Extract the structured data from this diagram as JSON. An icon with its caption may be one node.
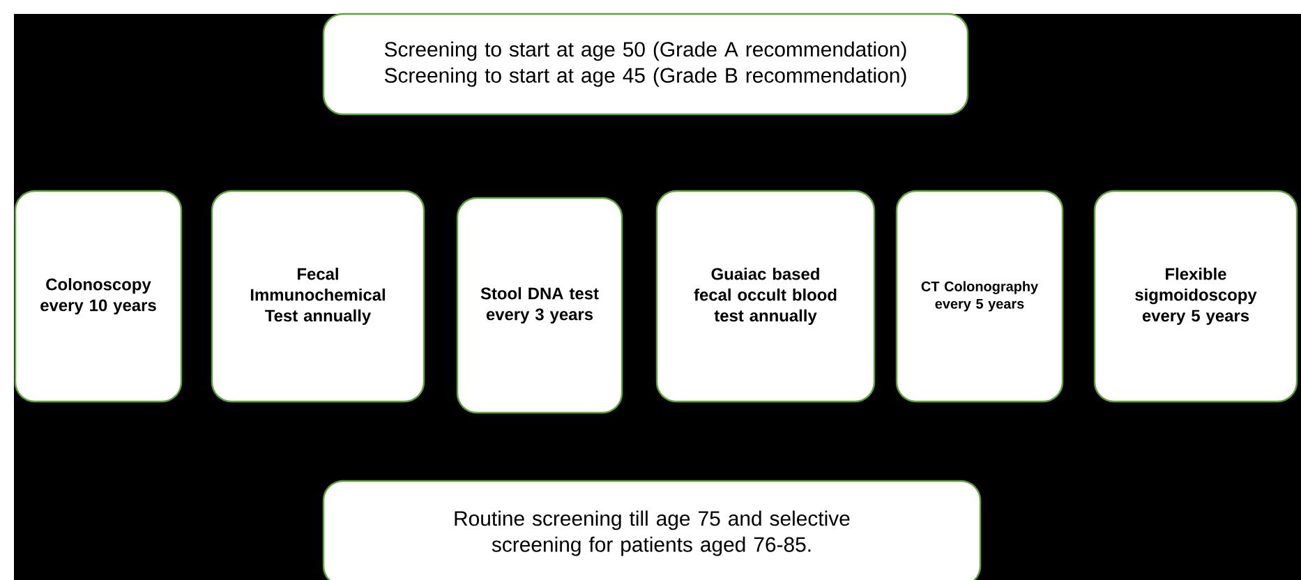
{
  "diagram": {
    "nodes": [
      {
        "text": [
          "Screening to start at age 50 (Grade A recommendation)",
          "Screening to start at age 45 (Grade B recommendation)"
        ]
      },
      {
        "text": [
          "Colonoscopy every 10 years"
        ]
      },
      {
        "text": [
          "Fecal Immunochemical Test annually"
        ]
      },
      {
        "text": [
          "Stool DNA test every 3 years"
        ]
      },
      {
        "text": [
          "Guaiac based fecal occult blood test annually"
        ]
      },
      {
        "text": [
          "CT Colonography every 5 years"
        ]
      },
      {
        "text": [
          "Flexible sigmoidoscopy every 5 years"
        ]
      },
      {
        "text": [
          "Routine screening till age 75 and selective screening for patients aged 76-85."
        ]
      }
    ]
  }
}
